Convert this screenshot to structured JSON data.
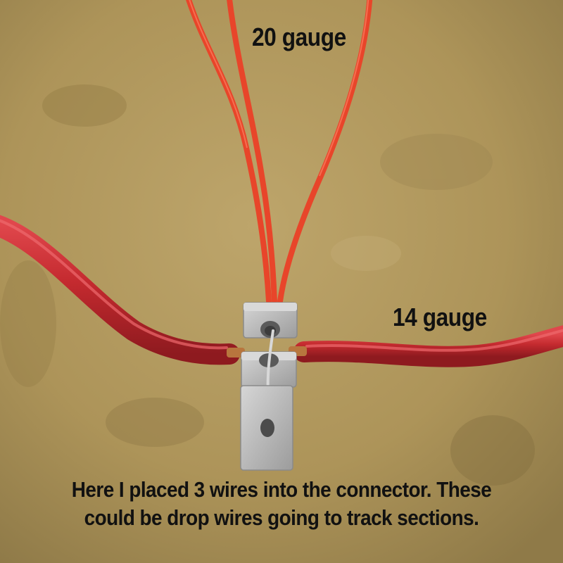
{
  "labels": {
    "wire_20": "20 gauge",
    "wire_14": "14 gauge"
  },
  "caption": {
    "line1": "Here I placed 3 wires into the connector.  These",
    "line2": "could be drop wires going to track sections."
  },
  "colors": {
    "surface": "#b39a5e",
    "thin_wire": "#e8452a",
    "thick_wire": "#c42a2f",
    "connector": "#b9b9b9",
    "text": "#111111"
  }
}
